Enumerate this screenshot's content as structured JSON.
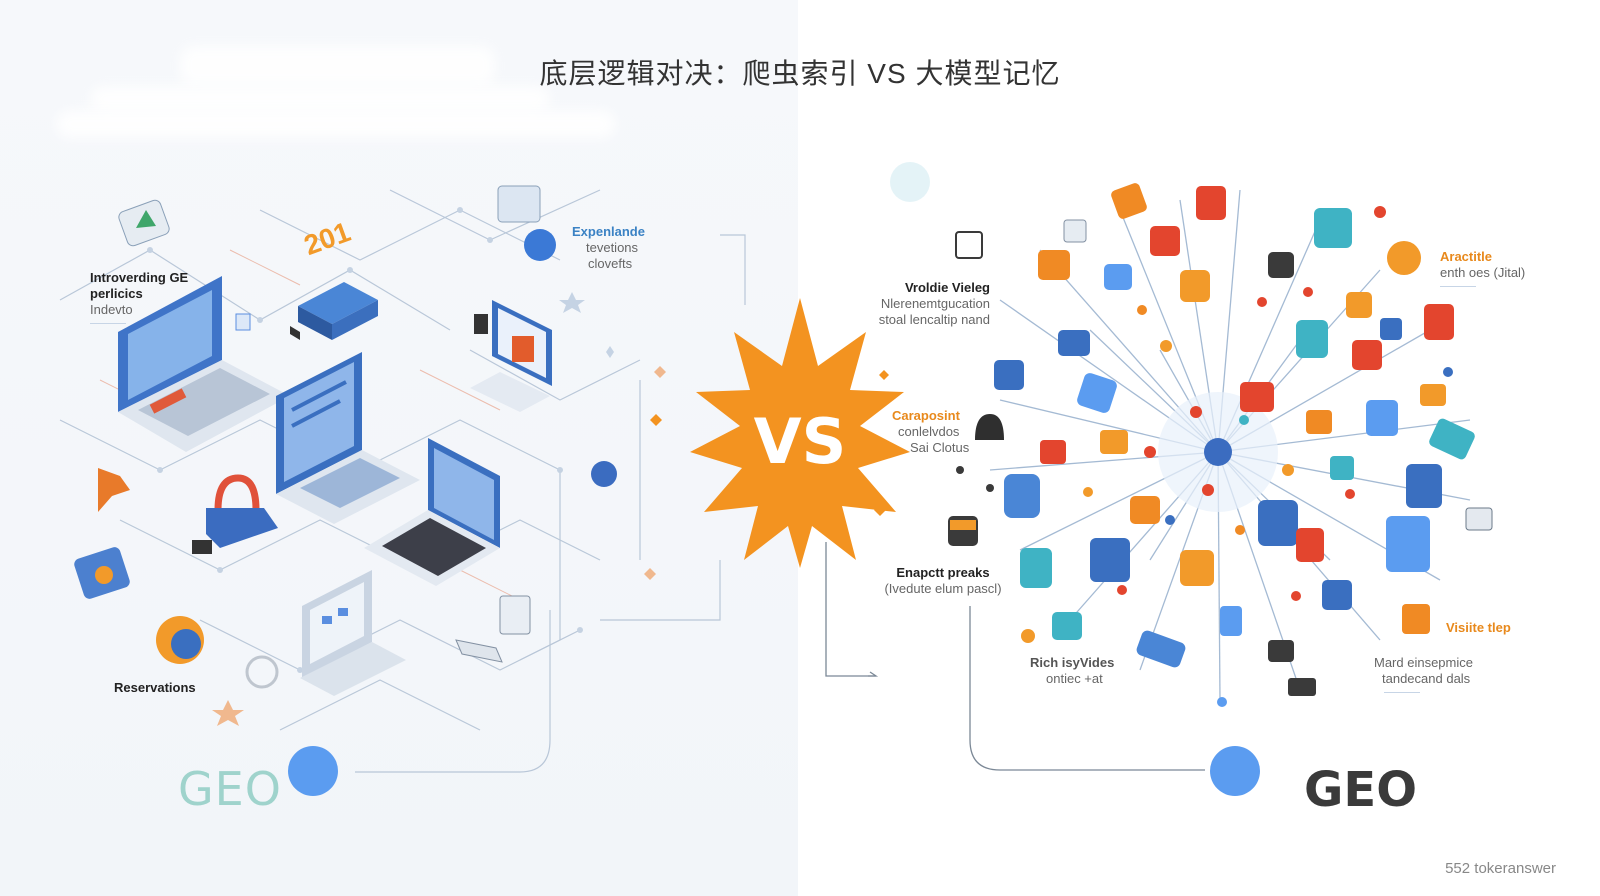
{
  "title": "底层逻辑对决：爬虫索引 VS 大模型记忆",
  "vs_label": "VS",
  "footer": "552 tokeranswer",
  "left": {
    "geo_label": "GEO",
    "year_label": "201",
    "callouts": [
      {
        "id": "introverding",
        "lines": [
          "Introverding GE",
          "perlicics",
          "Indevto"
        ]
      },
      {
        "id": "expenlande",
        "lines": [
          "Expenlande",
          "tevetions",
          "clovefts"
        ]
      },
      {
        "id": "reservations",
        "lines": [
          "Reservations"
        ]
      }
    ]
  },
  "right": {
    "geo_label": "GEO",
    "callouts": [
      {
        "id": "vroldie",
        "lines": [
          "Vroldie Vieleg",
          "Nlerenemtgucation",
          "stoal lencaltip nand"
        ]
      },
      {
        "id": "aractitle",
        "lines": [
          "Aractitle",
          "enth oes (Jital)"
        ]
      },
      {
        "id": "caraposint",
        "lines": [
          "Caraposint",
          "conlelvdos",
          "Sai Clotus"
        ]
      },
      {
        "id": "enapctt",
        "lines": [
          "Enapctt preaks",
          "(Ivedute elum pascl)"
        ]
      },
      {
        "id": "rich",
        "lines": [
          "Rich isyVides",
          "ontiec +at"
        ]
      },
      {
        "id": "visiite",
        "lines": [
          "Visiite tlep"
        ]
      },
      {
        "id": "mard",
        "lines": [
          "Mard einsepmice",
          "tandecand dals"
        ]
      }
    ]
  },
  "colors": {
    "accent_blue": "#5b9cf0",
    "accent_orange": "#f39320",
    "geo_left": "#9fd3cc",
    "geo_right": "#3a3a3a"
  }
}
